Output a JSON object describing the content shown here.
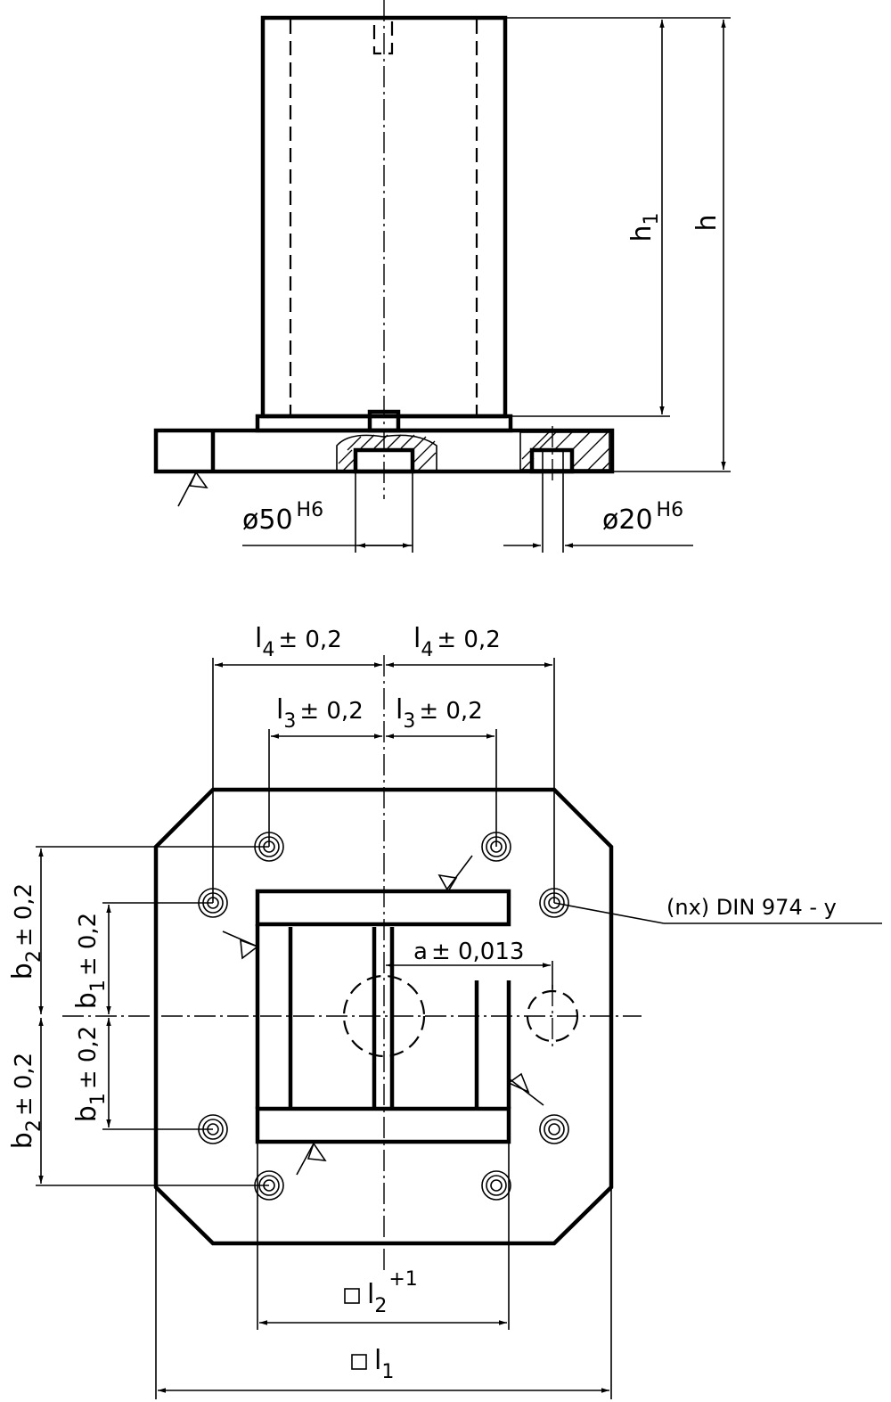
{
  "labels": {
    "h1": "h",
    "h1_sub": "1",
    "h": "h",
    "dia50": "ø50",
    "dia50_tol": "H6",
    "dia20": "ø20",
    "dia20_tol": "H6",
    "l4_left": "l",
    "l4_left_sub": "4",
    "l4_left_tol": "± 0,2",
    "l4_right": "l",
    "l4_right_sub": "4",
    "l4_right_tol": "± 0,2",
    "l3_left": "l",
    "l3_left_sub": "3",
    "l3_left_tol": "± 0,2",
    "l3_right": "l",
    "l3_right_sub": "3",
    "l3_right_tol": "± 0,2",
    "b2_top": "b",
    "b2_top_sub": "2",
    "b2_top_tol": "± 0,2",
    "b1_top": "b",
    "b1_top_sub": "1",
    "b1_top_tol": "± 0,2",
    "b1_bot": "b",
    "b1_bot_sub": "1",
    "b1_bot_tol": "± 0,2",
    "b2_bot": "b",
    "b2_bot_sub": "2",
    "b2_bot_tol": "± 0,2",
    "a": "a",
    "a_tol": "± 0,013",
    "din_note": "(nx) DIN 974 - y",
    "l2": "l",
    "l2_sub": "2",
    "l2_tol": "+1",
    "l1": "l",
    "l1_sub": "1"
  }
}
